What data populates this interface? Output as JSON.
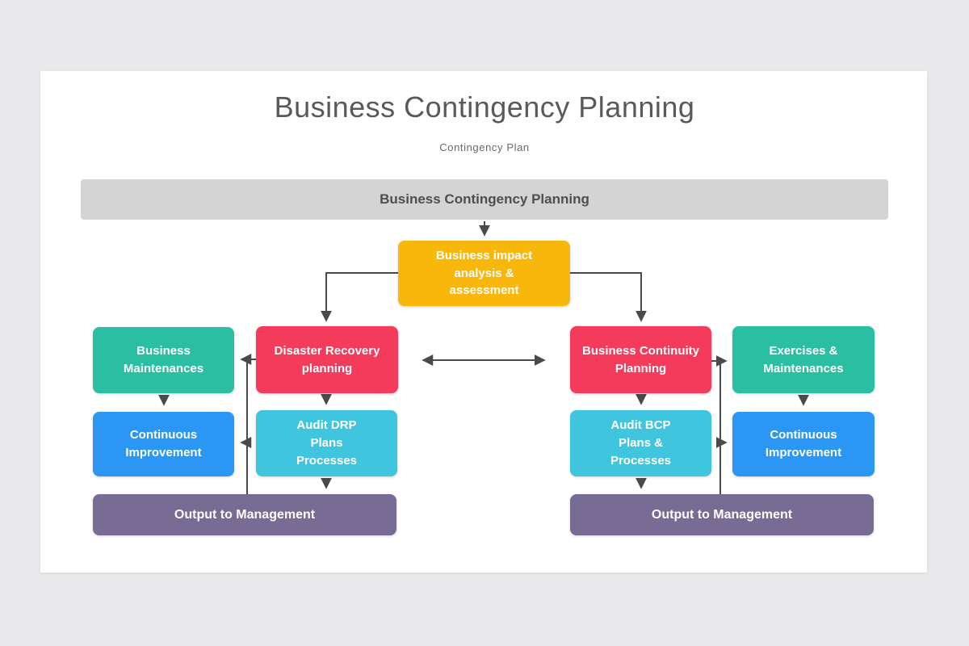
{
  "page": {
    "title": "Business Contingency Planning",
    "subtitle": "Contingency  Plan"
  },
  "banner": {
    "label": "Business Contingency Planning"
  },
  "diagram": {
    "root": {
      "label": "Business impact\nanalysis &\nassessment"
    },
    "left": {
      "maintenances": "Business\nMaintenances",
      "disaster_recovery": "Disaster Recovery\nplanning",
      "continuous_improvement": "Continuous\nImprovement",
      "audit": "Audit DRP\nPlans\nProcesses",
      "output": "Output to Management"
    },
    "right": {
      "business_continuity": "Business Continuity\nPlanning",
      "exercises": "Exercises &\nMaintenances",
      "audit": "Audit BCP\nPlans &\nProcesses",
      "continuous_improvement": "Continuous\nImprovement",
      "output": "Output to Management"
    }
  },
  "colors": {
    "background": "#E9E9EB",
    "card": "#FFFFFF",
    "banner_bg": "#D4D4D4",
    "banner_text": "#4D4E50",
    "yellow": "#F9B70B",
    "teal": "#2ABFA3",
    "red": "#F43B5C",
    "blue": "#2B96F3",
    "cyan": "#3FC5DE",
    "purple": "#786C95",
    "arrow": "#4A4A4A",
    "title_text": "#58595B"
  }
}
